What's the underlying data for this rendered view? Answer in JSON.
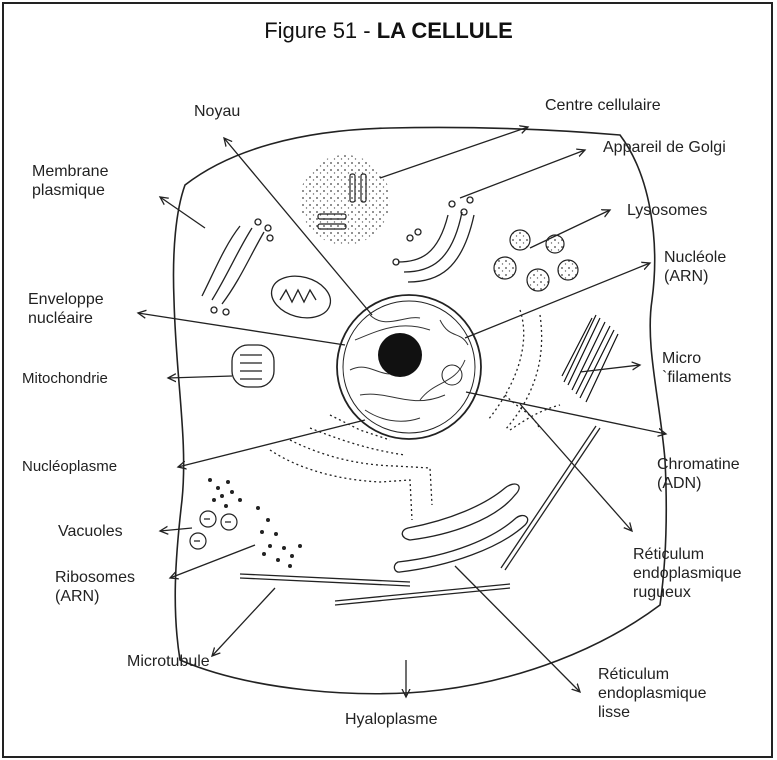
{
  "title": {
    "prefix": "Figure 51  - ",
    "main": "LA CELLULE"
  },
  "labels": {
    "noyau": "Noyau",
    "centre": "Centre cellulaire",
    "golgi": "Appareil de Golgi",
    "membrane": "Membrane\nplasmique",
    "lysosomes": "Lysosomes",
    "nucleole": "Nucléole\n(ARN)",
    "enveloppe": "Enveloppe\nnucléaire",
    "micro": "Micro\n`filaments",
    "mito": "Mitochondrie",
    "nucleoplasme": "Nucléoplasme",
    "chromatine": "Chromatine\n(ADN)",
    "vacuoles": "Vacuoles",
    "ribosomes": "Ribosomes\n(ARN)",
    "reticulum_rugueux": "Réticulum\nendoplasmique\nrugueux",
    "microtubule": "Microtubule",
    "hyaloplasme": "Hyaloplasme",
    "reticulum_lisse": "Réticulum\nendoplasmique\nlisse"
  },
  "colors": {
    "ink": "#222222",
    "background": "#ffffff"
  }
}
